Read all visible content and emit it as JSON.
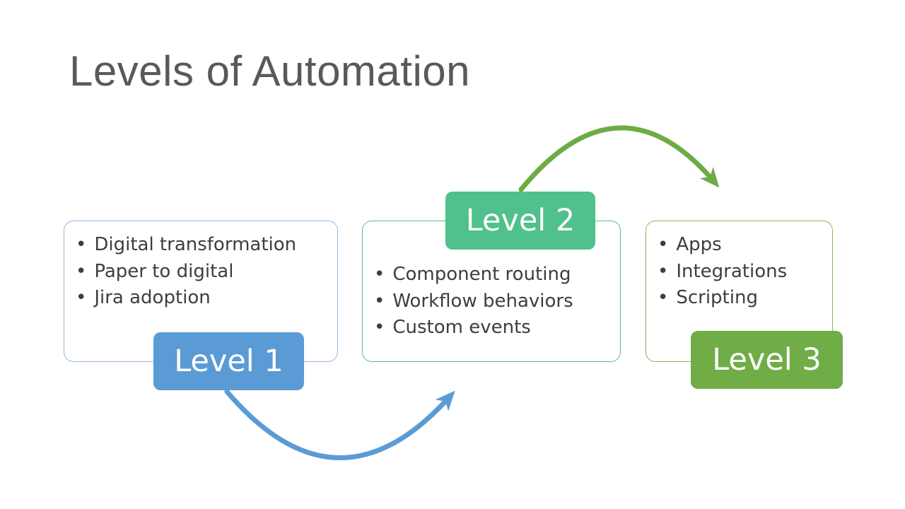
{
  "slide": {
    "title": "Levels of Automation"
  },
  "colors": {
    "background": "#ffffff",
    "title_text": "#595959",
    "body_text": "#3e3e3e",
    "badge_text": "#ffffff",
    "level1_accent": "#5b9bd5",
    "level1_box_border": "#94b9dd",
    "level2_accent": "#50c08c",
    "level2_box_border": "#55c091",
    "level3_accent": "#70ad47",
    "level3_box_border": "#84ba58",
    "arrow_blue": "#5b9bd5",
    "arrow_green": "#6cac45"
  },
  "boxes": [
    {
      "label": "Level 1",
      "items": [
        "Digital transformation",
        "Paper to digital",
        "Jira adoption"
      ]
    },
    {
      "label": "Level 2",
      "items": [
        "Component routing",
        "Workflow behaviors",
        "Custom events"
      ]
    },
    {
      "label": "Level 3",
      "items": [
        "Apps",
        "Integrations",
        "Scripting"
      ]
    }
  ]
}
